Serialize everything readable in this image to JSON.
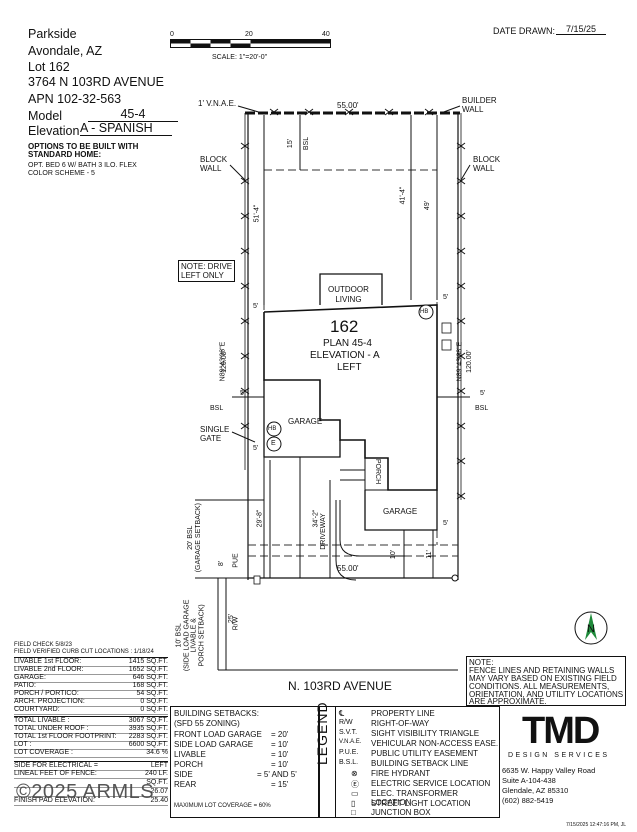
{
  "project": {
    "subdivision": "Parkside",
    "city": "Avondale, AZ",
    "lot": "Lot  162",
    "address": "3764 N 103RD AVENUE",
    "apn": "APN  102-32-563",
    "model_label": "Model",
    "model_value": "45-4",
    "elevation_label": "Elevation",
    "elevation_value": "A - SPANISH"
  },
  "options": {
    "title_line1": "OPTIONS TO BE BUILT WITH",
    "title_line2": "STANDARD HOME:",
    "line1": "OPT. BED 6 W/ BATH 3 ILO. FLEX",
    "line2": "COLOR SCHEME - 5"
  },
  "date_drawn": {
    "label": "DATE DRAWN:",
    "value": "7/15/25"
  },
  "scale": {
    "tick0": "0",
    "tick20": "20",
    "tick40": "40",
    "label": "SCALE: 1\"=20'-0\""
  },
  "site": {
    "vnae": "1' V.N.A.E.",
    "top_dim": "55.00'",
    "bottom_dim": "55.00'",
    "builder_wall": "BUILDER\nWALL",
    "block_wall_left": "BLOCK\nWALL",
    "block_wall_right": "BLOCK\nWALL",
    "bsl_15": "15'",
    "bsl_label": "BSL",
    "dim_51_4": "51'-4\"",
    "dim_41_4": "41'-4\"",
    "dim_49": "49'",
    "note_drive": "NOTE: DRIVE\nLEFT ONLY",
    "outdoor_living": "OUTDOOR\nLIVING",
    "lot_number": "162",
    "plan_line1": "PLAN 45-4",
    "plan_line2": "ELEVATION - A",
    "plan_line3": "LEFT",
    "hb": "HB",
    "e": "E",
    "side_5_left": "5'",
    "side_5_right": "5'",
    "left_bearing": "N89°43'08\"E",
    "left_dist": "120.00'",
    "right_bearing": "N89°43'08\"E",
    "right_dist": "120.00'",
    "bsl_left_5": "5'",
    "bsl_right_5": "5'",
    "single_gate": "SINGLE\nGATE",
    "garage1": "GARAGE",
    "garage2": "GARAGE",
    "porch": "PORCH",
    "dim_29_8": "29'-8\"",
    "dim_34_2": "34'-2\"",
    "driveway": "DRIVEWAY",
    "garage_setback_20": "20' BSL\n(GARAGE SETBACK)",
    "pue": "PUE",
    "dim_8": "8'",
    "dim_10": "10'",
    "dim_11": "11'",
    "dim_5_garage": "5'",
    "side_load_10": "10' BSL\n(SIDE LOAD GARAGE\nLIVABLE &\nPORCH SETBACK)",
    "dim_25": "25'",
    "rw": "R/W",
    "street": "N. 103RD AVENUE"
  },
  "field_check": {
    "line1": "FIELD CHECK 5/8/23",
    "line2": "FIELD VERIFIED CURB CUT LOCATIONS : 1/18/24"
  },
  "areas": [
    {
      "label": "LIVABLE 1st FLOOR:",
      "value": "1415 SQ.FT."
    },
    {
      "label": "LIVABLE 2nd FLOOR:",
      "value": "1652 SQ.FT."
    },
    {
      "label": "GARAGE:",
      "value": "646 SQ.FT."
    },
    {
      "label": "PATIO:",
      "value": "168 SQ.FT."
    },
    {
      "label": "PORCH / PORTICO:",
      "value": "54 SQ.FT."
    },
    {
      "label": "ARCH. PROJECTION:",
      "value": "0 SQ.FT."
    },
    {
      "label": "COURTYARD:",
      "value": "0 SQ.FT."
    }
  ],
  "totals": [
    {
      "label": "TOTAL LIVABLE :",
      "value": "3067 SQ.FT."
    },
    {
      "label": "TOTAL UNDER ROOF :",
      "value": "3935 SQ.FT."
    },
    {
      "label": "TOTAL 1st FLOOR FOOTPRINT:",
      "value": "2283 SQ.FT."
    },
    {
      "label": "LOT :",
      "value": "6600 SQ.FT."
    },
    {
      "label": "LOT COVERAGE :",
      "value": "34.6 %"
    }
  ],
  "misc": [
    {
      "label": "SIDE FOR ELECTRICAL =",
      "value": "LEFT"
    },
    {
      "label": "LINEAL FEET OF FENCE:",
      "value": "240  LF."
    },
    {
      "label": "",
      "value": "SQ.FT."
    },
    {
      "label": "",
      "value": "26.07"
    },
    {
      "label": "FINISH PAD ELEVATION:",
      "value": "25.40"
    }
  ],
  "watermark": "©2025 ARMLS",
  "setbacks": {
    "title": "BUILDING SETBACKS:",
    "subtitle": "(SFD 55 ZONING)",
    "rows": [
      {
        "label": "FRONT LOAD GARAGE",
        "value": "= 20'"
      },
      {
        "label": "SIDE LOAD GARAGE",
        "value": "= 10'"
      },
      {
        "label": "LIVABLE",
        "value": "= 10'"
      },
      {
        "label": "PORCH",
        "value": "= 10'"
      },
      {
        "label": "SIDE",
        "value": "= 5' AND 5'"
      },
      {
        "label": "REAR",
        "value": "= 15'"
      }
    ],
    "max_coverage": "MAXIMUM LOT COVERAGE = 60%"
  },
  "legend": {
    "title": "LEGEND",
    "items": [
      {
        "sym": "℄",
        "text": "PROPERTY LINE"
      },
      {
        "sym": "R/W",
        "text": "RIGHT-OF-WAY"
      },
      {
        "sym": "S.V.T.",
        "text": "SIGHT VISIBILITY TRIANGLE"
      },
      {
        "sym": "V.N.A.E.",
        "text": "VEHICULAR NON-ACCESS EASE."
      },
      {
        "sym": "P.U.E.",
        "text": "PUBLIC UTILITY EASEMENT"
      },
      {
        "sym": "B.S.L.",
        "text": "BUILDING SETBACK LINE"
      },
      {
        "sym": "⊗",
        "text": "FIRE HYDRANT"
      },
      {
        "sym": "Ⓔ",
        "text": "ELECTRIC SERVICE LOCATION"
      },
      {
        "sym": "▭",
        "text": "ELEC. TRANSFORMER LOCATION"
      },
      {
        "sym": "▯",
        "text": "STREET LIGHT LOCATION"
      },
      {
        "sym": "□",
        "text": "JUNCTION BOX"
      }
    ]
  },
  "note_block": {
    "title": "NOTE:",
    "lines": [
      "FENCE LINES AND RETAINING WALLS",
      "MAY VARY BASED ON EXISTING FIELD",
      "CONDITIONS.  ALL MEASUREMENTS,",
      "ORIENTATION, AND UTILITY LOCATIONS",
      "ARE APPROXIMATE."
    ]
  },
  "company": {
    "logo": "TMD",
    "tagline": "DESIGN SERVICES",
    "addr1": "6635 W. Happy Valley Road",
    "addr2": "Suite A-104-438",
    "addr3": "Glendale, AZ 85310",
    "phone": "(602) 882-5419"
  },
  "footer_stamp": "7/15/2025 12:47:16 PM, JL",
  "north_label": "N"
}
